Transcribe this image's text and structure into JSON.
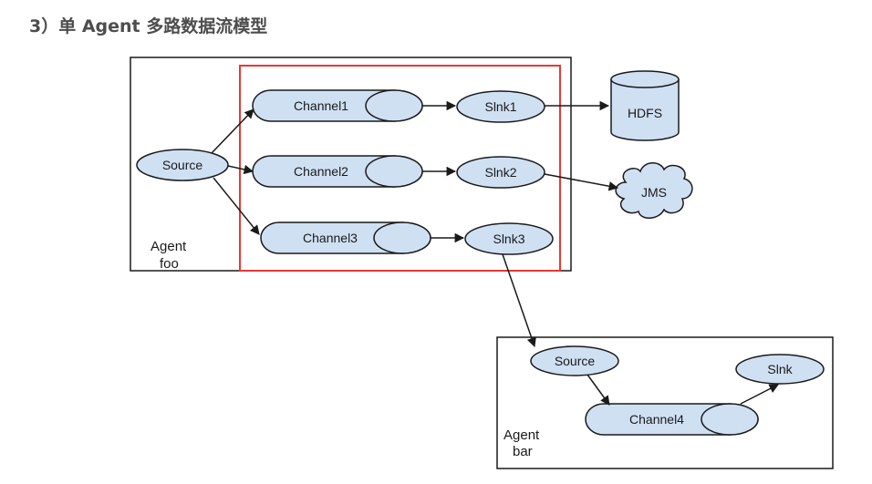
{
  "heading": "3）单 Agent 多路数据流模型",
  "agent_foo": {
    "label_line1": "Agent",
    "label_line2": "foo",
    "source": "Source",
    "channels": [
      "Channel1",
      "Channel2",
      "Channel3"
    ],
    "sinks": [
      "Slnk1",
      "Slnk2",
      "Slnk3"
    ]
  },
  "destinations": {
    "hdfs": "HDFS",
    "jms": "JMS"
  },
  "agent_bar": {
    "label_line1": "Agent",
    "label_line2": "bar",
    "source": "Source",
    "channel": "Channel4",
    "sink": "Slnk"
  },
  "colors": {
    "node_fill": "#cfe0f3",
    "stroke": "#1a1a1a",
    "highlight": "#e53935"
  }
}
